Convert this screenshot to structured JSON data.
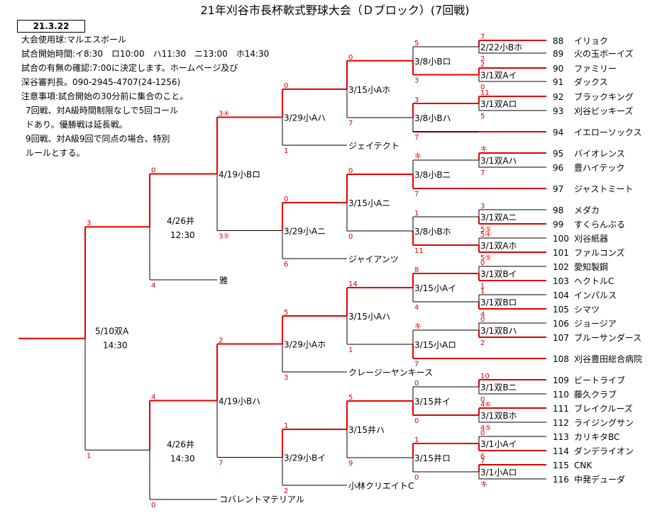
{
  "title": "21年刈谷市長杯軟式野球大会（Ｄブロック）(7回戦)",
  "date_box": "21.3.22",
  "info": {
    "ball": "大会使用球:マルエスボール",
    "times": "試合開始時間:イ8:30　ロ10:00　ハ11:30　ニ13:00　ホ14:30",
    "confirm1": "試合の有無の確認:7:00に決定します。ホームページ及び",
    "confirm2": "深谷審判長。090-2945-4707(24-1256)",
    "notes1": "注意事項:試合開始の30分前に集合のこと。",
    "notes2": "7回戦、対A級時間制限なしで5回コール",
    "notes3": "ドあり。優勝戦は延長戦。",
    "notes4": "9回戦、対A級9回で同点の場合、特別",
    "notes5": "ルールとする。"
  },
  "teams": [
    {
      "no": "88",
      "name": "イリョク"
    },
    {
      "no": "89",
      "name": "火の玉ボーイズ"
    },
    {
      "no": "90",
      "name": "ファミリー"
    },
    {
      "no": "91",
      "name": "ダックス"
    },
    {
      "no": "92",
      "name": "ブラックキング"
    },
    {
      "no": "93",
      "name": "刈谷ビッキーズ"
    },
    {
      "no": "94",
      "name": "イエローソックス"
    },
    {
      "no": "95",
      "name": "バイオレンス"
    },
    {
      "no": "96",
      "name": "豊ハイテック"
    },
    {
      "no": "97",
      "name": "ジャストミート"
    },
    {
      "no": "98",
      "name": "メダカ"
    },
    {
      "no": "99",
      "name": "すくらんぶる"
    },
    {
      "no": "100",
      "name": "刈谷紙器"
    },
    {
      "no": "101",
      "name": "ファルコンズ"
    },
    {
      "no": "102",
      "name": "愛知製鋼"
    },
    {
      "no": "103",
      "name": "ヘクトルC"
    },
    {
      "no": "104",
      "name": "インパルス"
    },
    {
      "no": "105",
      "name": "シマツ"
    },
    {
      "no": "106",
      "name": "ジョージア"
    },
    {
      "no": "107",
      "name": "ブルーサンダース"
    },
    {
      "no": "108",
      "name": "刈谷豊田総合病院"
    },
    {
      "no": "109",
      "name": "ビートライブ"
    },
    {
      "no": "110",
      "name": "藤久クラブ"
    },
    {
      "no": "111",
      "name": "ブレイクルーズ"
    },
    {
      "no": "112",
      "name": "ライジングサン"
    },
    {
      "no": "113",
      "name": "カリキタBC"
    },
    {
      "no": "114",
      "name": "ダンデライオン"
    },
    {
      "no": "115",
      "name": "CNK"
    },
    {
      "no": "116",
      "name": "中発デューダ"
    }
  ],
  "seeded": [
    {
      "name": "ジェイテクト"
    },
    {
      "name": "ジャイアンツ"
    },
    {
      "name": "雅"
    },
    {
      "name": "クレージーヤンキース"
    },
    {
      "name": "小林クリエイトC"
    },
    {
      "name": "コバレントマテリアル"
    }
  ],
  "matches": {
    "r1": [
      "2/22小Bホ",
      "3/1双Aイ",
      "3/1双Aロ",
      "3/1双Aハ",
      "3/1双Aニ",
      "3/1双Aホ",
      "3/1双Bイ",
      "3/1双Bロ",
      "3/1双Bハ",
      "3/1双Bニ",
      "3/1双Bホ",
      "3/1小Aイ",
      "3/1小Aロ"
    ],
    "r2": [
      "3/8小Bロ",
      "3/8小Bハ",
      "3/8小Bニ",
      "3/8小Bホ",
      "3/15小Aイ",
      "3/15小Aロ",
      "3/15井イ",
      "3/15井ロ"
    ],
    "r3": [
      "3/15小Aホ",
      "3/15小Aニ",
      "3/15小Aハ",
      "3/15井ハ"
    ],
    "r4": [
      "3/29小Aハ",
      "3/29小Aニ",
      "3/29小Aホ",
      "3/29小Bイ"
    ],
    "r5": [
      "4/19小Bロ",
      "4/19小Bハ"
    ],
    "semi": [
      {
        "date": "4/26井",
        "time": "12:30"
      },
      {
        "date": "4/26井",
        "time": "14:30"
      }
    ],
    "final": {
      "date": "5/10双A",
      "time": "14:30"
    }
  },
  "scores": {
    "r1": [
      [
        "7",
        "2"
      ],
      [
        "2",
        "0"
      ],
      [
        "11",
        "5"
      ],
      [
        "キ",
        "7"
      ],
      [
        "3",
        "5⑤"
      ],
      [
        "5④",
        "5⑤"
      ],
      [
        "0",
        "1"
      ],
      [
        "1",
        "4"
      ],
      [
        "0",
        "2"
      ],
      [
        "10",
        "0"
      ],
      [
        "4⑥",
        "4⑤"
      ],
      [
        "0",
        "6"
      ],
      [
        "7",
        "キ"
      ]
    ],
    "r2": [
      [
        "5",
        "3"
      ],
      [
        "3",
        "7"
      ],
      [
        "キ",
        "7"
      ],
      [
        "1",
        "11"
      ],
      [
        "8",
        "4"
      ],
      [
        "キ",
        "7"
      ],
      [
        "0",
        "0"
      ],
      [
        "1",
        "0"
      ]
    ],
    "r3": [
      [
        "0",
        "7"
      ],
      [
        "0",
        "0"
      ],
      [
        "14",
        "1"
      ],
      [
        "5",
        "9"
      ]
    ],
    "r4": [
      [
        "0",
        "1"
      ],
      [
        "0",
        "6"
      ],
      [
        "5",
        "3"
      ],
      [
        "1",
        "2"
      ]
    ],
    "r5": [
      [
        "3④",
        "3⑤"
      ],
      [
        "2",
        "7"
      ]
    ],
    "semi": [
      [
        "0",
        "4"
      ],
      [
        "4",
        "0"
      ]
    ],
    "final": [
      "3",
      "1"
    ]
  }
}
